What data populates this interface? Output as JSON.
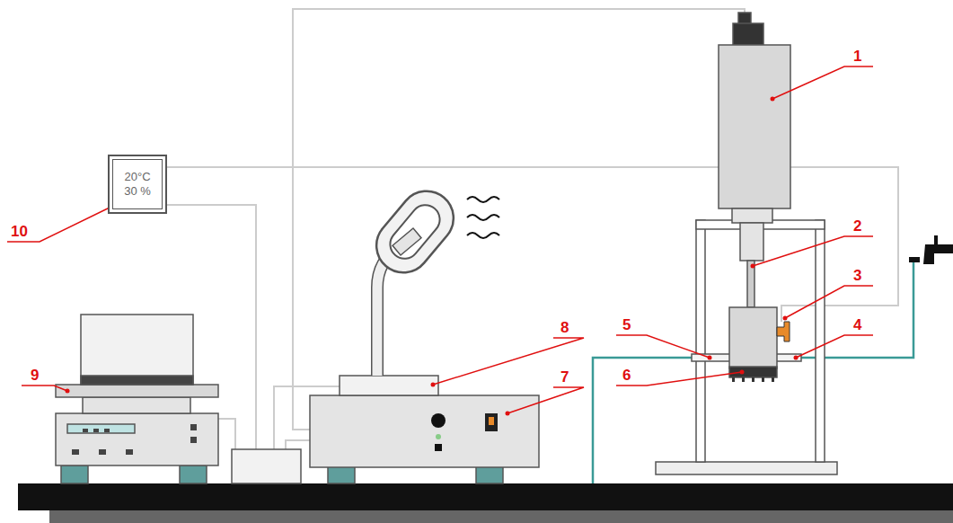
{
  "diagram": {
    "nodes": [
      {
        "text": [
          "20°C",
          "30 %"
        ]
      }
    ],
    "labels": [
      "1",
      "2",
      "3",
      "4",
      "5",
      "6",
      "7",
      "8",
      "9",
      "10"
    ]
  }
}
